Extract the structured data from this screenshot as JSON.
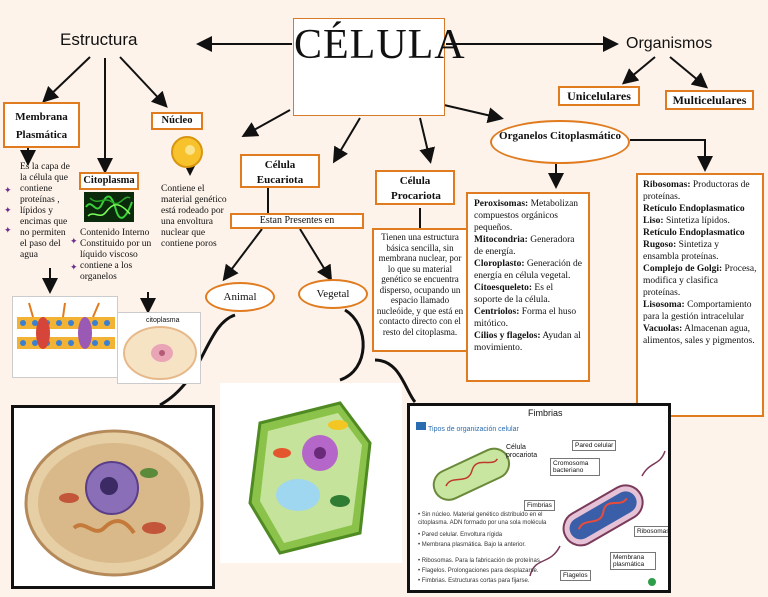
{
  "title": "CÉLULA",
  "estructura": "Estructura",
  "organismos": "Organismos",
  "unicelulares": "Unicelulares",
  "multicelulares": "Multicelulares",
  "membrana": {
    "title": "Membrana Plasmática",
    "desc": "Es la capa de la célula que contiene proteínas , lípidos y encimas que no permiten el paso del agua"
  },
  "citoplasma": {
    "title": "Citoplasma",
    "desc": "Contenido Interno Constituido por un líquido viscoso contiene a los organelos"
  },
  "nucleo": {
    "title": "Núcleo",
    "desc": "Contiene el material genético está rodeado por una envoltura nuclear que contiene poros"
  },
  "eucariota": "Célula Eucariota",
  "procariota": "Célula Procariota",
  "presentes": "Estan Presentes en",
  "animal": "Animal",
  "vegetal": "Vegetal",
  "procariota_desc": "Tienen una estructura básica sencilla, sin membrana nuclear, por lo que su material genético se encuentra disperso, ocupando un espacio llamado nucleóide, y que está en contacto directo con el resto del citoplasma.",
  "organelos": "Organelos Citoplasmático",
  "organelos_left": [
    {
      "name": "Peroxisomas:",
      "text": "Metabolizan compuestos orgánicos pequeños."
    },
    {
      "name": "Mitocondria:",
      "text": "Generadora de energía."
    },
    {
      "name": "Cloroplasto:",
      "text": "Generación de energía en célula vegetal."
    },
    {
      "name": "Citoesqueleto:",
      "text": "Es el soporte de la célula."
    },
    {
      "name": "Centriolos:",
      "text": "Forma el huso mitótico."
    },
    {
      "name": "Cilios y flagelos:",
      "text": "Ayudan al movimiento."
    }
  ],
  "organelos_right": [
    {
      "name": "Ribosomas:",
      "text": "Productoras de proteínas."
    },
    {
      "name": "Retículo Endoplasmatico Liso:",
      "text": "Sintetiza lípidos."
    },
    {
      "name": "Retículo Endoplasmatico Rugoso:",
      "text": "Sintetiza y ensambla proteínas."
    },
    {
      "name": "Complejo de Golgi:",
      "text": "Procesa, modifica y clasifica proteínas."
    },
    {
      "name": "Lisosoma:",
      "text": "Comportamiento para la gestión intracelular"
    },
    {
      "name": "Vacuolas:",
      "text": "Almacenan agua, alimentos, sales y pigmentos."
    }
  ],
  "labels": {
    "citoplasma_small": "citoplasma",
    "fimbrias": "Fimbrias",
    "tipos": "Tipos de organización celular",
    "celula_procariota": "Célula procariota",
    "pared": "Pared celular",
    "cromosoma": "Cromosoma bacteriano",
    "ribosomas": "Ribosomas",
    "membrana_p": "Membrana plasmática",
    "flagelos": "Flagelos",
    "fimbrias2": "Fimbrias"
  },
  "colors": {
    "orange": "#e07b1f",
    "purple": "#6b2a8c",
    "bg": "#fdf3ea"
  }
}
